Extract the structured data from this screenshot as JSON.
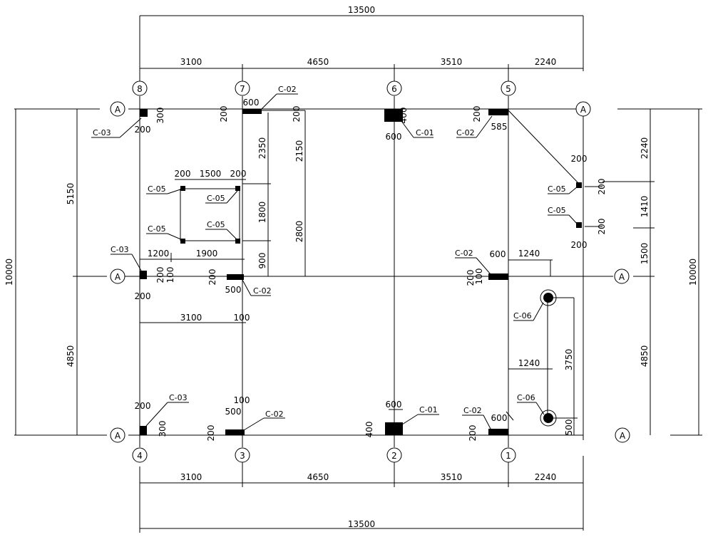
{
  "dims": {
    "total_top": "13500",
    "top_segments": [
      "3100",
      "4650",
      "3510",
      "2240"
    ],
    "bottom_segments": [
      "3100",
      "4650",
      "3510",
      "2240"
    ],
    "total_bottom": "13500",
    "left_upper": "5150",
    "left_lower": "4850",
    "left_total": "10000",
    "right_total": "10000",
    "right_upper": "2240",
    "right_mid1": "1410",
    "right_mid2": "1500",
    "right_lower": "4850",
    "v_2350": "2350",
    "v_2150": "2150",
    "v_1800": "1800",
    "v_2800": "2800",
    "v_900": "900",
    "h_1200": "1200",
    "h_1900": "1900",
    "h_3100": "3100",
    "h_100": "100",
    "h_1240a": "1240",
    "h_1240b": "1240",
    "v_3750": "3750",
    "v_500": "500",
    "sq_200a": "200",
    "sq_1500": "1500",
    "sq_200b": "200"
  },
  "axes": {
    "grid_numbers_top": [
      "8",
      "7",
      "6",
      "5"
    ],
    "grid_numbers_bottom": [
      "4",
      "3",
      "2",
      "1"
    ],
    "row_letter": "A"
  },
  "column_marks": [
    {
      "label": "C-02",
      "d1": "600",
      "d2": "200",
      "d3": "200"
    },
    {
      "label": "C-01",
      "d1": "400",
      "d2": "600"
    },
    {
      "label": "C-02",
      "d1": "200",
      "d2": "585"
    },
    {
      "label": "C-03",
      "d1": "300",
      "d2": "200"
    },
    {
      "label": "C-05",
      "d1": "200",
      "d2": "200"
    },
    {
      "label": "C-05",
      "d1": "200",
      "d2": "200"
    },
    {
      "label": "C-05"
    },
    {
      "label": "C-05"
    },
    {
      "label": "C-05"
    },
    {
      "label": "C-05"
    },
    {
      "label": "C-03",
      "d1": "200",
      "d2": "100",
      "d3": "200"
    },
    {
      "label": "C-02",
      "d1": "200",
      "d2": "500"
    },
    {
      "label": "C-02",
      "d1": "600",
      "d2": "200",
      "d3": "100"
    },
    {
      "label": "C-06"
    },
    {
      "label": "C-06"
    },
    {
      "label": "C-03",
      "d1": "200",
      "d2": "300"
    },
    {
      "label": "C-02",
      "d1": "100",
      "d2": "500",
      "d3": "200"
    },
    {
      "label": "C-01",
      "d1": "600",
      "d2": "400"
    },
    {
      "label": "C-02",
      "d1": "600",
      "d2": "200"
    }
  ]
}
